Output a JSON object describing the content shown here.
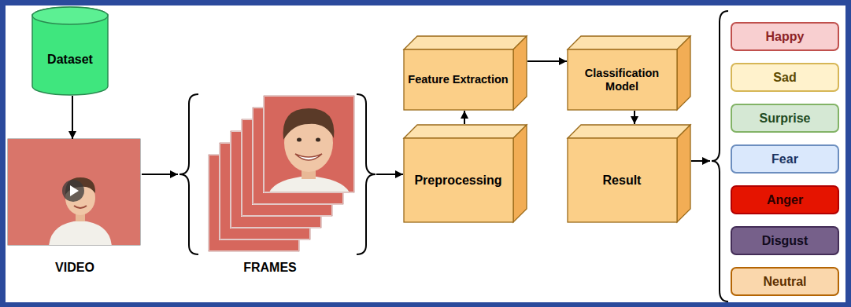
{
  "diagram": {
    "nodes": [
      {
        "text": [
          "Dataset"
        ]
      },
      {
        "text": [
          "VIDEO"
        ]
      },
      {
        "text": [
          "FRAMES"
        ]
      },
      {
        "text": [
          "Preprocessing"
        ]
      },
      {
        "text": [
          "Feature Extraction"
        ]
      },
      {
        "text": [
          "Classification Model"
        ]
      },
      {
        "text": [
          "Result"
        ]
      },
      {
        "text": [
          "Happy"
        ]
      },
      {
        "text": [
          "Sad"
        ]
      },
      {
        "text": [
          "Surprise"
        ]
      },
      {
        "text": [
          "Fear"
        ]
      },
      {
        "text": [
          "Anger"
        ]
      },
      {
        "text": [
          "Disgust"
        ]
      },
      {
        "text": [
          "Neutral"
        ]
      }
    ],
    "edges": [
      {
        "from": 0,
        "to": 1,
        "arrow": "to"
      },
      {
        "from": 1,
        "to": 2,
        "arrow": "to"
      },
      {
        "from": 2,
        "to": 3,
        "arrow": "to"
      },
      {
        "from": 3,
        "to": 4,
        "arrow": "to"
      },
      {
        "from": 4,
        "to": 5,
        "arrow": "to"
      },
      {
        "from": 5,
        "to": 6,
        "arrow": "to"
      }
    ]
  }
}
